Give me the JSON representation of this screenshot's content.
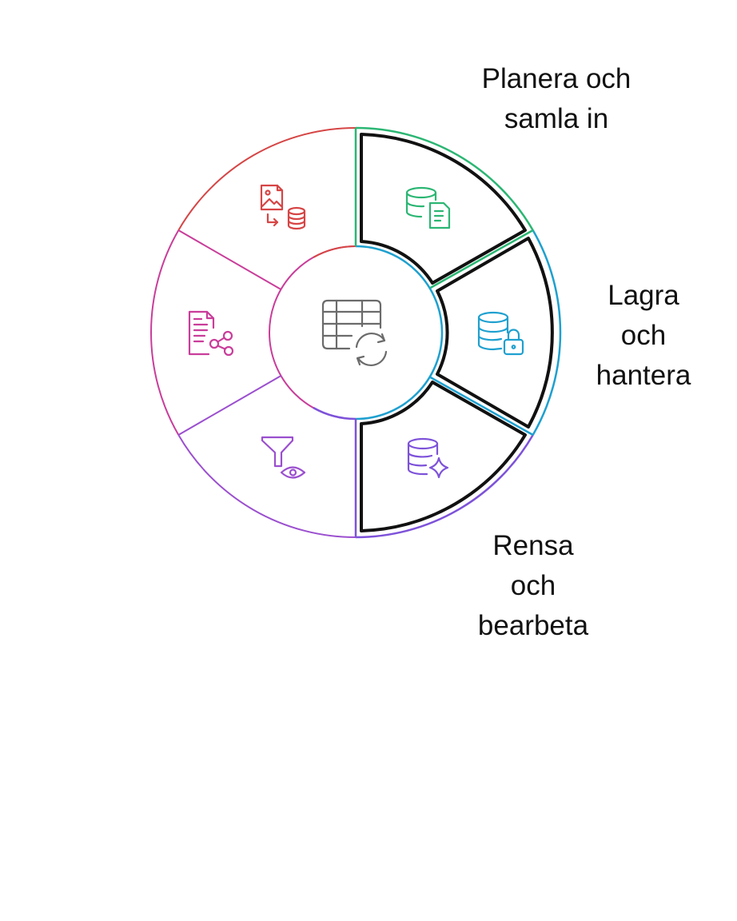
{
  "stages": [
    {
      "label_lines": [
        "Planera och",
        "samla in"
      ],
      "icon": "database-document-icon",
      "color": "#2bb673",
      "highlighted": true
    },
    {
      "label_lines": [
        "Lagra",
        "och",
        "hantera"
      ],
      "icon": "database-lock-icon",
      "color": "#1ea0cf",
      "highlighted": true
    },
    {
      "label_lines": [
        "Rensa",
        "och",
        "bearbeta"
      ],
      "icon": "database-sparkle-icon",
      "color": "#7d52d9",
      "highlighted": true
    },
    {
      "label_lines": [],
      "icon": "filter-eye-icon",
      "color": "#9b4fcf",
      "highlighted": false
    },
    {
      "label_lines": [],
      "icon": "document-share-icon",
      "color": "#c93d9a",
      "highlighted": false
    },
    {
      "label_lines": [],
      "icon": "image-to-database-icon",
      "color": "#d64545",
      "highlighted": false
    }
  ],
  "center": {
    "icon": "table-refresh-icon",
    "color": "#6b6b6b"
  }
}
